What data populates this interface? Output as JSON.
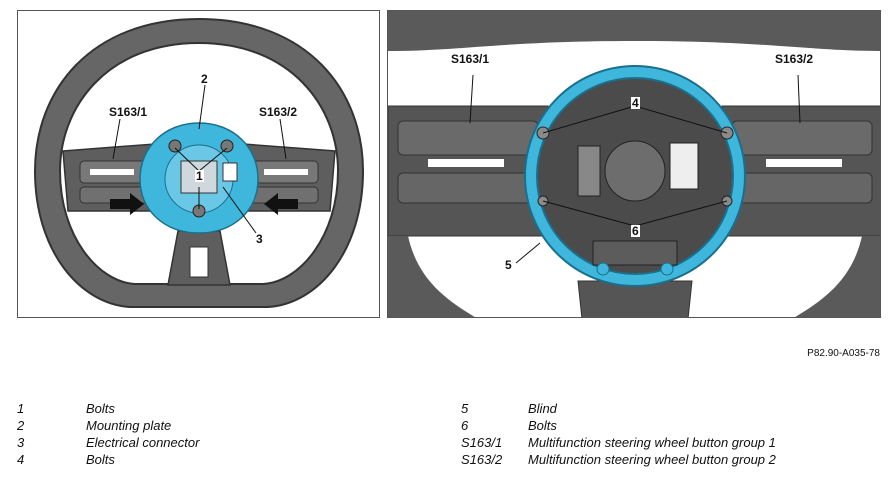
{
  "figure_ref": "P82.90-A035-78",
  "left_figure": {
    "callouts": {
      "s163_1": "S163/1",
      "s163_2": "S163/2",
      "c1": "1",
      "c2": "2",
      "c3": "3"
    }
  },
  "right_figure": {
    "callouts": {
      "s163_1": "S163/1",
      "s163_2": "S163/2",
      "c4": "4",
      "c5": "5",
      "c6": "6"
    }
  },
  "legend": {
    "left": [
      {
        "key": "1",
        "text": "Bolts"
      },
      {
        "key": "2",
        "text": "Mounting plate"
      },
      {
        "key": "3",
        "text": "Electrical connector"
      },
      {
        "key": "4",
        "text": "Bolts"
      }
    ],
    "right": [
      {
        "key": "5",
        "text": "Blind"
      },
      {
        "key": "6",
        "text": "Bolts"
      },
      {
        "key": "S163/1",
        "text": "Multifunction steering wheel button group 1"
      },
      {
        "key": "S163/2",
        "text": "Multifunction steering wheel button group 2"
      }
    ]
  },
  "colors": {
    "highlight": "#3fb6dc",
    "wheel": "#6a6a6a",
    "rim_dark": "#4d4d4d"
  }
}
